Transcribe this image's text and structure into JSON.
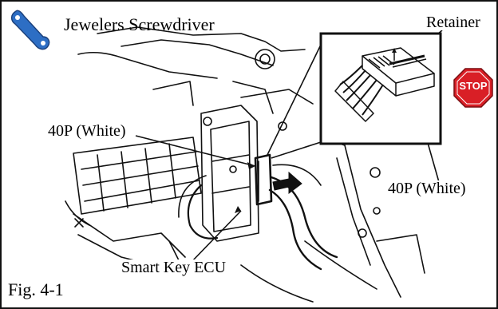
{
  "tool": {
    "name": "Jewelers Screwdriver",
    "icon": "wrench-icon"
  },
  "stop_sign": {
    "text": "STOP",
    "color": "#d91f26"
  },
  "callouts": {
    "retainer": "Retainer",
    "connector_left": "40P (White)",
    "connector_right": "40P (White)",
    "ecu": "Smart Key ECU"
  },
  "figure_label": "Fig. 4-1",
  "colors": {
    "tool_icon": "#2d6ec4",
    "line_art": "#111111"
  }
}
